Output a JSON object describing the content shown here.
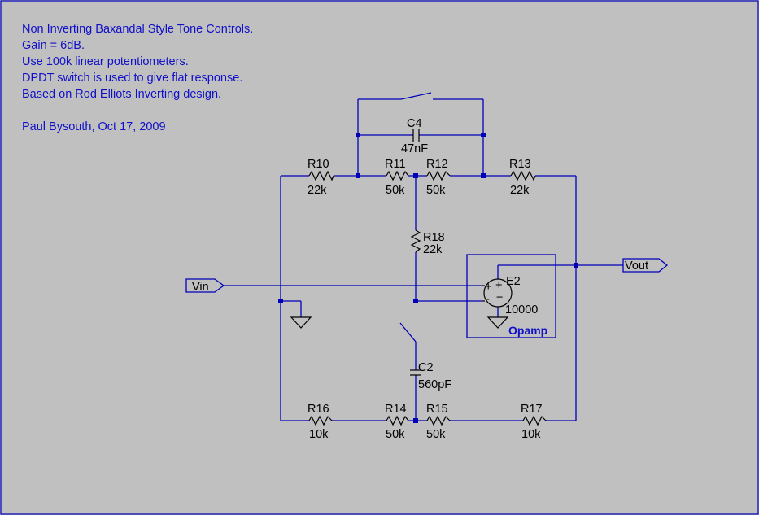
{
  "notes": [
    "Non Inverting Baxandal Style Tone Controls.",
    "Gain = 6dB.",
    "Use 100k linear potentiometers.",
    "DPDT switch is used to give flat response.",
    "Based on Rod Elliots Inverting design."
  ],
  "author": "Paul Bysouth,  Oct 17,  2009",
  "components": {
    "C4": {
      "name": "C4",
      "value": "47nF"
    },
    "R10": {
      "name": "R10",
      "value": "22k"
    },
    "R11": {
      "name": "R11",
      "value": "50k"
    },
    "R12": {
      "name": "R12",
      "value": "50k"
    },
    "R13": {
      "name": "R13",
      "value": "22k"
    },
    "R18": {
      "name": "R18",
      "value": "22k"
    },
    "E2": {
      "name": "E2",
      "value": "10000",
      "block_label": "Opamp"
    },
    "C2": {
      "name": "C2",
      "value": "560pF"
    },
    "R16": {
      "name": "R16",
      "value": "10k"
    },
    "R14": {
      "name": "R14",
      "value": "50k"
    },
    "R15": {
      "name": "R15",
      "value": "50k"
    },
    "R17": {
      "name": "R17",
      "value": "10k"
    }
  },
  "ports": {
    "vin": "Vin",
    "vout": "Vout"
  },
  "opamp_pins": {
    "plus": "+",
    "minus": "-"
  }
}
